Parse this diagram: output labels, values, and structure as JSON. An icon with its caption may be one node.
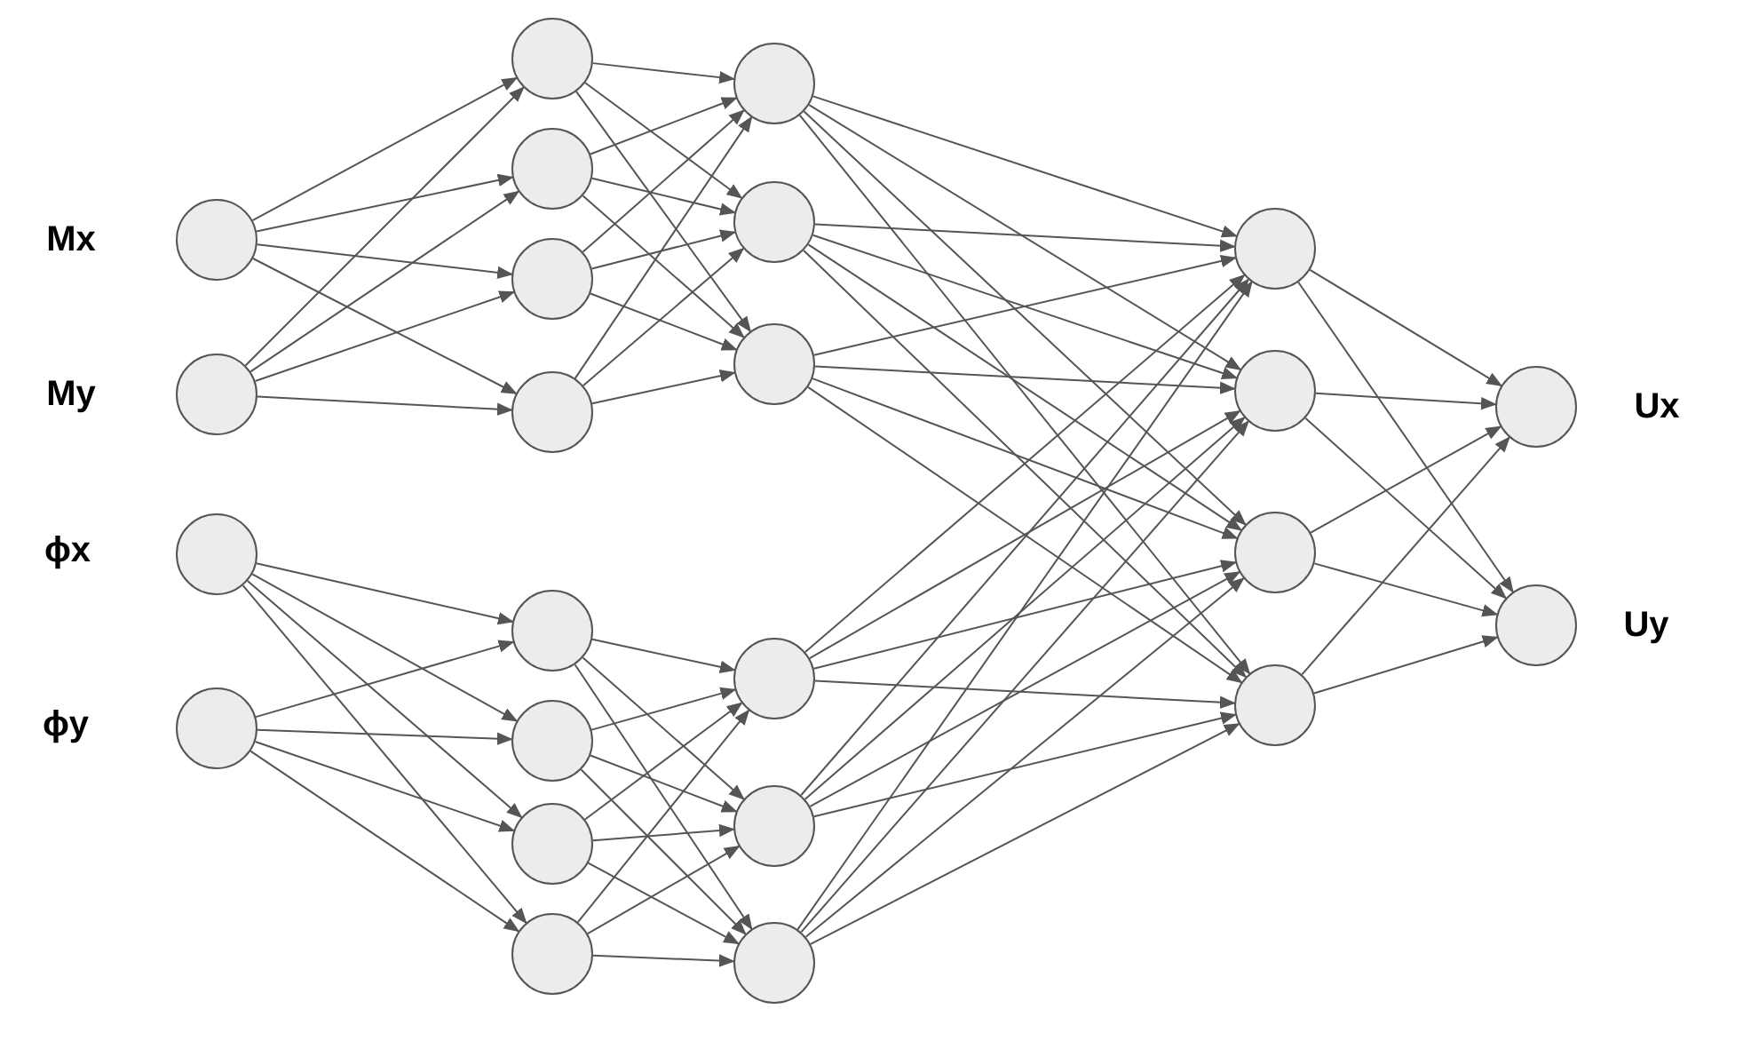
{
  "diagram": {
    "nodes": [
      {
        "text": [],
        "shape": "circle",
        "beside": [
          "Mx"
        ]
      },
      {
        "text": [],
        "shape": "circle",
        "beside": [
          "My"
        ]
      },
      {
        "text": [],
        "shape": "circle",
        "beside": [
          "ϕx"
        ]
      },
      {
        "text": [],
        "shape": "circle",
        "beside": [
          "ϕy"
        ]
      },
      {
        "text": [],
        "shape": "circle"
      },
      {
        "text": [],
        "shape": "circle"
      },
      {
        "text": [],
        "shape": "circle"
      },
      {
        "text": [],
        "shape": "circle"
      },
      {
        "text": [],
        "shape": "circle"
      },
      {
        "text": [],
        "shape": "circle"
      },
      {
        "text": [],
        "shape": "circle"
      },
      {
        "text": [],
        "shape": "circle"
      },
      {
        "text": [],
        "shape": "circle"
      },
      {
        "text": [],
        "shape": "circle"
      },
      {
        "text": [],
        "shape": "circle"
      },
      {
        "text": [],
        "shape": "circle"
      },
      {
        "text": [],
        "shape": "circle"
      },
      {
        "text": [],
        "shape": "circle"
      },
      {
        "text": [],
        "shape": "circle"
      },
      {
        "text": [],
        "shape": "circle"
      },
      {
        "text": [],
        "shape": "circle"
      },
      {
        "text": [],
        "shape": "circle"
      },
      {
        "text": [],
        "shape": "circle",
        "beside": [
          "Ux"
        ]
      },
      {
        "text": [],
        "shape": "circle",
        "beside": [
          "Uy"
        ]
      }
    ],
    "edges": [
      {
        "from": 0,
        "to": 4,
        "arrow": "to"
      },
      {
        "from": 0,
        "to": 5,
        "arrow": "to"
      },
      {
        "from": 0,
        "to": 6,
        "arrow": "to"
      },
      {
        "from": 0,
        "to": 7,
        "arrow": "to"
      },
      {
        "from": 1,
        "to": 4,
        "arrow": "to"
      },
      {
        "from": 1,
        "to": 5,
        "arrow": "to"
      },
      {
        "from": 1,
        "to": 6,
        "arrow": "to"
      },
      {
        "from": 1,
        "to": 7,
        "arrow": "to"
      },
      {
        "from": 2,
        "to": 8,
        "arrow": "to"
      },
      {
        "from": 2,
        "to": 9,
        "arrow": "to"
      },
      {
        "from": 2,
        "to": 10,
        "arrow": "to"
      },
      {
        "from": 2,
        "to": 11,
        "arrow": "to"
      },
      {
        "from": 3,
        "to": 8,
        "arrow": "to"
      },
      {
        "from": 3,
        "to": 9,
        "arrow": "to"
      },
      {
        "from": 3,
        "to": 10,
        "arrow": "to"
      },
      {
        "from": 3,
        "to": 11,
        "arrow": "to"
      },
      {
        "from": 4,
        "to": 12,
        "arrow": "to"
      },
      {
        "from": 4,
        "to": 13,
        "arrow": "to"
      },
      {
        "from": 4,
        "to": 14,
        "arrow": "to"
      },
      {
        "from": 5,
        "to": 12,
        "arrow": "to"
      },
      {
        "from": 5,
        "to": 13,
        "arrow": "to"
      },
      {
        "from": 5,
        "to": 14,
        "arrow": "to"
      },
      {
        "from": 6,
        "to": 12,
        "arrow": "to"
      },
      {
        "from": 6,
        "to": 13,
        "arrow": "to"
      },
      {
        "from": 6,
        "to": 14,
        "arrow": "to"
      },
      {
        "from": 7,
        "to": 12,
        "arrow": "to"
      },
      {
        "from": 7,
        "to": 13,
        "arrow": "to"
      },
      {
        "from": 7,
        "to": 14,
        "arrow": "to"
      },
      {
        "from": 8,
        "to": 15,
        "arrow": "to"
      },
      {
        "from": 8,
        "to": 16,
        "arrow": "to"
      },
      {
        "from": 8,
        "to": 17,
        "arrow": "to"
      },
      {
        "from": 9,
        "to": 15,
        "arrow": "to"
      },
      {
        "from": 9,
        "to": 16,
        "arrow": "to"
      },
      {
        "from": 9,
        "to": 17,
        "arrow": "to"
      },
      {
        "from": 10,
        "to": 15,
        "arrow": "to"
      },
      {
        "from": 10,
        "to": 16,
        "arrow": "to"
      },
      {
        "from": 10,
        "to": 17,
        "arrow": "to"
      },
      {
        "from": 11,
        "to": 15,
        "arrow": "to"
      },
      {
        "from": 11,
        "to": 16,
        "arrow": "to"
      },
      {
        "from": 11,
        "to": 17,
        "arrow": "to"
      },
      {
        "from": 12,
        "to": 18,
        "arrow": "to"
      },
      {
        "from": 12,
        "to": 19,
        "arrow": "to"
      },
      {
        "from": 12,
        "to": 20,
        "arrow": "to"
      },
      {
        "from": 12,
        "to": 21,
        "arrow": "to"
      },
      {
        "from": 13,
        "to": 18,
        "arrow": "to"
      },
      {
        "from": 13,
        "to": 19,
        "arrow": "to"
      },
      {
        "from": 13,
        "to": 20,
        "arrow": "to"
      },
      {
        "from": 13,
        "to": 21,
        "arrow": "to"
      },
      {
        "from": 14,
        "to": 18,
        "arrow": "to"
      },
      {
        "from": 14,
        "to": 19,
        "arrow": "to"
      },
      {
        "from": 14,
        "to": 20,
        "arrow": "to"
      },
      {
        "from": 14,
        "to": 21,
        "arrow": "to"
      },
      {
        "from": 15,
        "to": 18,
        "arrow": "to"
      },
      {
        "from": 15,
        "to": 19,
        "arrow": "to"
      },
      {
        "from": 15,
        "to": 20,
        "arrow": "to"
      },
      {
        "from": 15,
        "to": 21,
        "arrow": "to"
      },
      {
        "from": 16,
        "to": 18,
        "arrow": "to"
      },
      {
        "from": 16,
        "to": 19,
        "arrow": "to"
      },
      {
        "from": 16,
        "to": 20,
        "arrow": "to"
      },
      {
        "from": 16,
        "to": 21,
        "arrow": "to"
      },
      {
        "from": 17,
        "to": 18,
        "arrow": "to"
      },
      {
        "from": 17,
        "to": 19,
        "arrow": "to"
      },
      {
        "from": 17,
        "to": 20,
        "arrow": "to"
      },
      {
        "from": 17,
        "to": 21,
        "arrow": "to"
      },
      {
        "from": 18,
        "to": 22,
        "arrow": "to"
      },
      {
        "from": 18,
        "to": 23,
        "arrow": "to"
      },
      {
        "from": 19,
        "to": 22,
        "arrow": "to"
      },
      {
        "from": 19,
        "to": 23,
        "arrow": "to"
      },
      {
        "from": 20,
        "to": 22,
        "arrow": "to"
      },
      {
        "from": 20,
        "to": 23,
        "arrow": "to"
      },
      {
        "from": 21,
        "to": 22,
        "arrow": "to"
      },
      {
        "from": 21,
        "to": 23,
        "arrow": "to"
      }
    ]
  }
}
